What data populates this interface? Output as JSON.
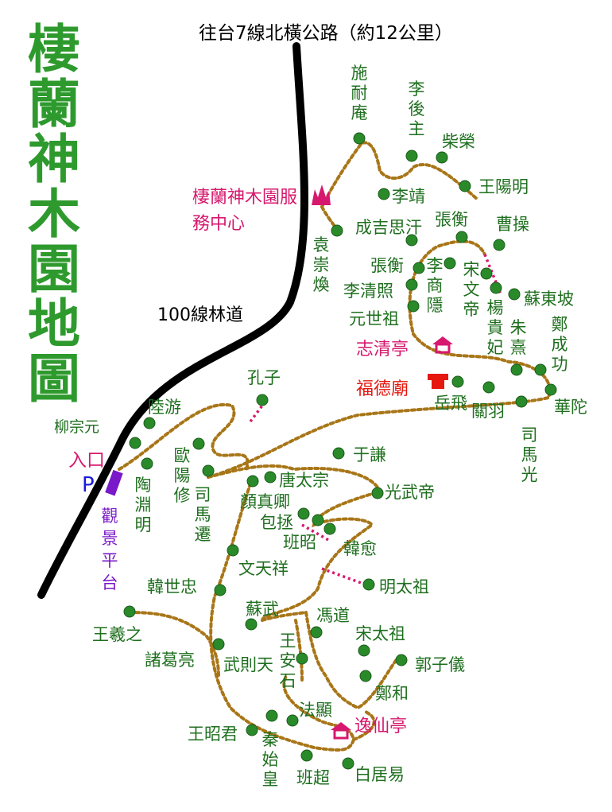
{
  "title": "棲蘭神木園地圖",
  "roads": {
    "north": "往台7線北橫公路（約12公里）",
    "forest": "100線林道"
  },
  "facilities": {
    "service_center": "棲蘭神木園服務中心",
    "zhiqing_pavilion": "志清亭",
    "fude_temple": "福德廟",
    "yixian_pavilion": "逸仙亭",
    "entrance": "入口",
    "parking": "P",
    "viewing_platform": "觀景平台"
  },
  "trees": [
    "施耐庵",
    "李後主",
    "柴榮",
    "王陽明",
    "李靖",
    "張衡",
    "成吉思汗",
    "曹操",
    "袁崇煥",
    "張衡",
    "李商隱",
    "宋文帝",
    "李清照",
    "元世祖",
    "楊貴妃",
    "蘇東坡",
    "朱熹",
    "鄭成功",
    "岳飛",
    "關羽",
    "華陀",
    "司馬光",
    "孔子",
    "陸游",
    "柳宗元",
    "陶淵明",
    "歐陽修",
    "司馬遷",
    "于謙",
    "唐太宗",
    "光武帝",
    "顏真卿",
    "包拯",
    "班昭",
    "韓愈",
    "文天祥",
    "明太祖",
    "韓世忠",
    "王羲之",
    "諸葛亮",
    "蘇武",
    "馮道",
    "宋太祖",
    "王安石",
    "郭子儀",
    "武則天",
    "鄭和",
    "法顯",
    "王昭君",
    "秦始皇",
    "班超",
    "白居易"
  ],
  "colors": {
    "tree_label": "#1f6f1f",
    "trail": "#a87618",
    "road": "#000000",
    "facility": "#d6186e",
    "temple": "#e5170f",
    "platform": "#7a19c8"
  }
}
